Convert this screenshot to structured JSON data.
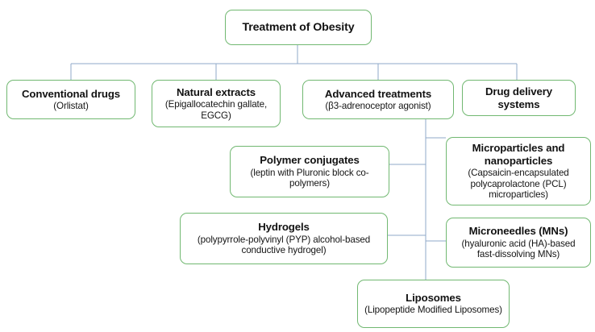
{
  "diagram": {
    "type": "hierarchy-flowchart",
    "title": "Treatment of Obesity",
    "palette": {
      "node_border": "#71b871",
      "node_fill": "#ffffff",
      "connector": "#8fa9c8",
      "text": "#121212",
      "background": "#ffffff"
    },
    "nodes": [
      {
        "id": "root",
        "title": "Treatment of Obesity",
        "sub": "",
        "level": 0
      },
      {
        "id": "conventional-drugs",
        "title": "Conventional drugs",
        "sub": "(Orlistat)",
        "level": 1
      },
      {
        "id": "natural-extracts",
        "title": "Natural extracts",
        "sub": "(Epigallocatechin gallate, EGCG)",
        "level": 1
      },
      {
        "id": "advanced-treatments",
        "title": "Advanced treatments",
        "sub": "(β3-adrenoceptor agonist)",
        "level": 1
      },
      {
        "id": "drug-delivery-systems",
        "title": "Drug delivery systems",
        "sub": "",
        "level": 1
      },
      {
        "id": "polymer-conjugates",
        "title": "Polymer conjugates",
        "sub": "(leptin with Pluronic block co-polymers)",
        "level": 2
      },
      {
        "id": "microparticles-nanoparticles",
        "title": "Microparticles and nanoparticles",
        "sub": "(Capsaicin-encapsulated polycaprolactone (PCL) microparticles)",
        "level": 2
      },
      {
        "id": "hydrogels",
        "title": "Hydrogels",
        "sub": "(polypyrrole-polyvinyl (PYP) alcohol-based conductive hydrogel)",
        "level": 2
      },
      {
        "id": "microneedles",
        "title": "Microneedles (MNs)",
        "sub": "(hyaluronic acid (HA)-based fast-dissolving MNs)",
        "level": 2
      },
      {
        "id": "liposomes",
        "title": "Liposomes",
        "sub": "(Lipopeptide Modified Liposomes)",
        "level": 2
      }
    ]
  }
}
